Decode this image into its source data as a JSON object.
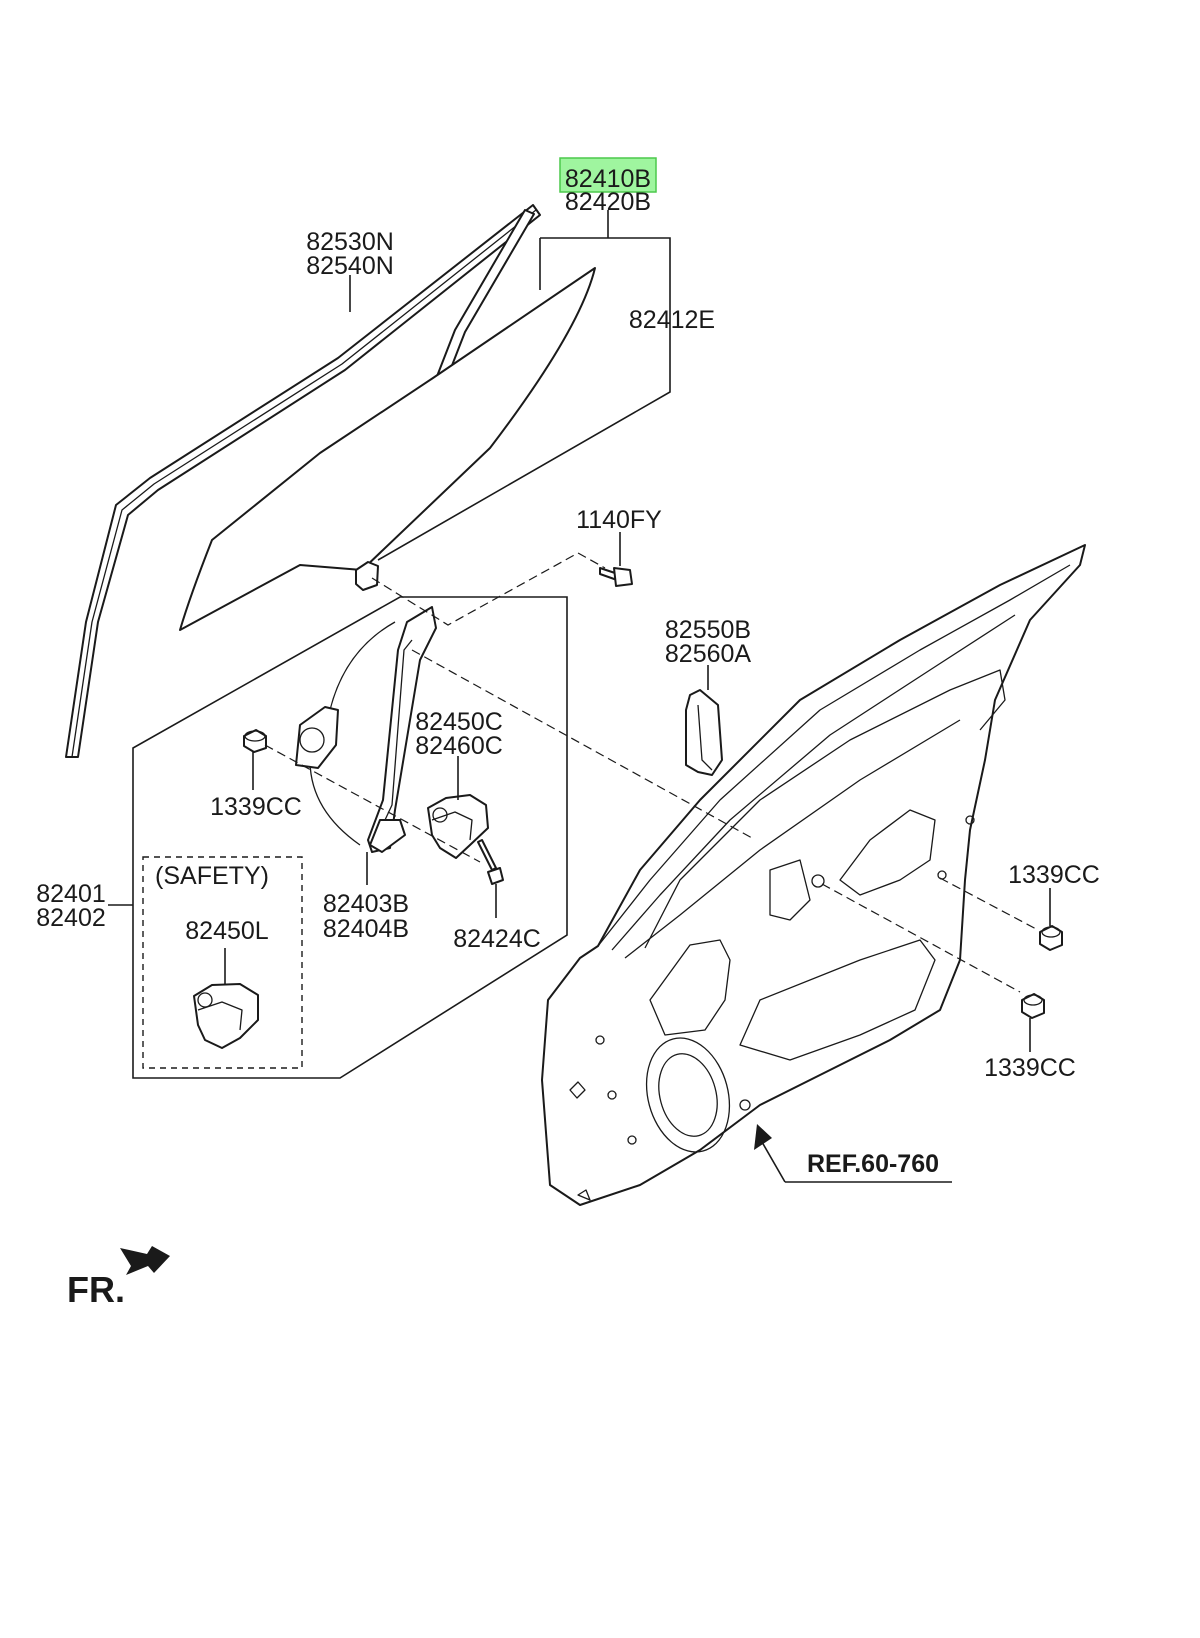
{
  "highlight_color": "#9ff59f",
  "labels": {
    "glass_part_a": "82410B",
    "glass_part_b": "82420B",
    "run_channel_a": "82530N",
    "run_channel_b": "82540N",
    "glass_clip": "82412E",
    "bolt": "1140FY",
    "bracket_a": "82550B",
    "bracket_b": "82560A",
    "motor_a": "82450C",
    "motor_b": "82460C",
    "grommet_left": "1339CC",
    "safety_heading": "(SAFETY)",
    "safety_motor": "82450L",
    "regulator_a": "82401",
    "regulator_b": "82402",
    "rail_a": "82403B",
    "rail_b": "82404B",
    "screw": "82424C",
    "nut_upper": "1339CC",
    "nut_lower": "1339CC",
    "reference": "REF.60-760",
    "front": "FR."
  }
}
